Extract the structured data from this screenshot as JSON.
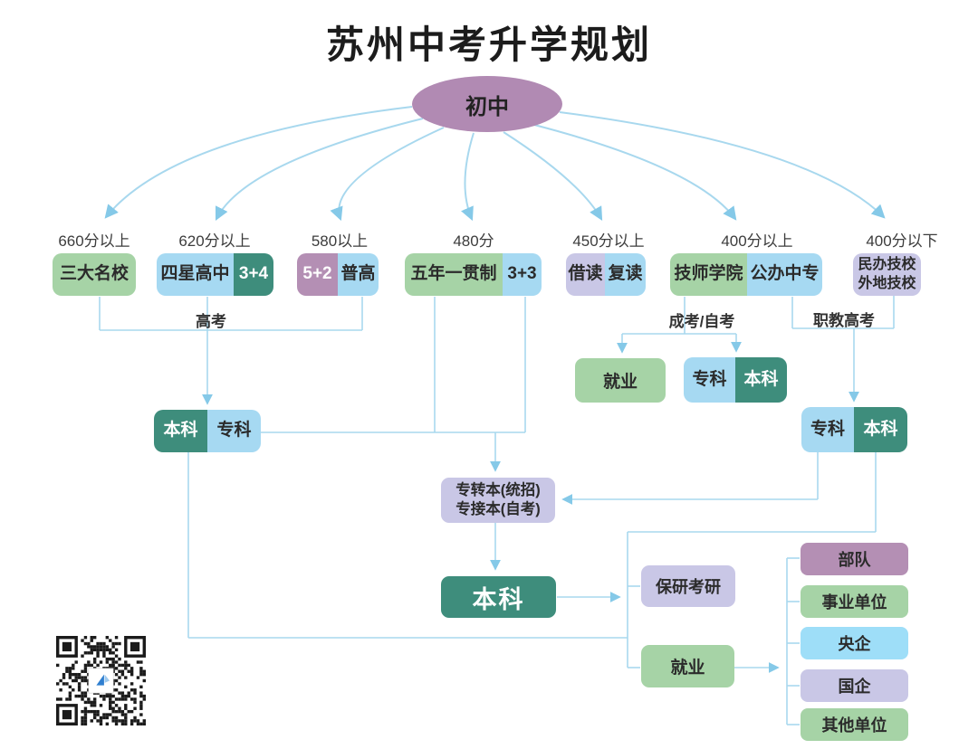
{
  "title": "苏州中考升学规划",
  "root_label": "初中",
  "branches": [
    {
      "score": "660分以上",
      "seg1": "三大名校"
    },
    {
      "score": "620分以上",
      "seg1": "四星高中",
      "seg2": "3+4"
    },
    {
      "score": "580以上",
      "seg1": "5+2",
      "seg2": "普高"
    },
    {
      "score": "480分",
      "seg1": "五年一贯制",
      "seg2": "3+3"
    },
    {
      "score": "450分以上",
      "seg1": "借读",
      "seg2": "复读"
    },
    {
      "score": "400分以上",
      "seg1": "技师学院",
      "seg2": "公办中专"
    },
    {
      "score": "400分以下",
      "line1": "民办技校",
      "line2": "外地技校"
    }
  ],
  "edge_labels": {
    "gaokao": "高考",
    "chengkao_zikao": "成考/自考",
    "zhijiao_gaokao": "职教高考"
  },
  "nodes": {
    "left_benke": "本科",
    "left_zhuanke": "专科",
    "chengkao_jiuye": "就业",
    "chengkao_zhuanke": "专科",
    "chengkao_benke": "本科",
    "zhijiao_zhuanke": "专科",
    "zhijiao_benke": "本科",
    "zhuanben_line1": "专转本(统招)",
    "zhuanben_line2": "专接本(自考)",
    "big_benke": "本科",
    "baoyan_kaoyan": "保研考研",
    "jiuye": "就业"
  },
  "outcomes": [
    {
      "label": "部队",
      "color": "#b48fb4"
    },
    {
      "label": "事业单位",
      "color": "#a6d3a6"
    },
    {
      "label": "央企",
      "color": "#9edef8"
    },
    {
      "label": "国企",
      "color": "#c9c7e6"
    },
    {
      "label": "其他单位",
      "color": "#a6d3a6"
    }
  ],
  "colors": {
    "green": "#a6d3a6",
    "light_blue": "#a6d9f2",
    "dark_teal": "#3e8d7c",
    "mauve": "#b18ab3",
    "lavender": "#c9c7e6",
    "cyan": "#9edef8",
    "line": "#a8d8ee",
    "arrowhead": "#85c9e8",
    "text_dark": "#2b2b2b"
  }
}
